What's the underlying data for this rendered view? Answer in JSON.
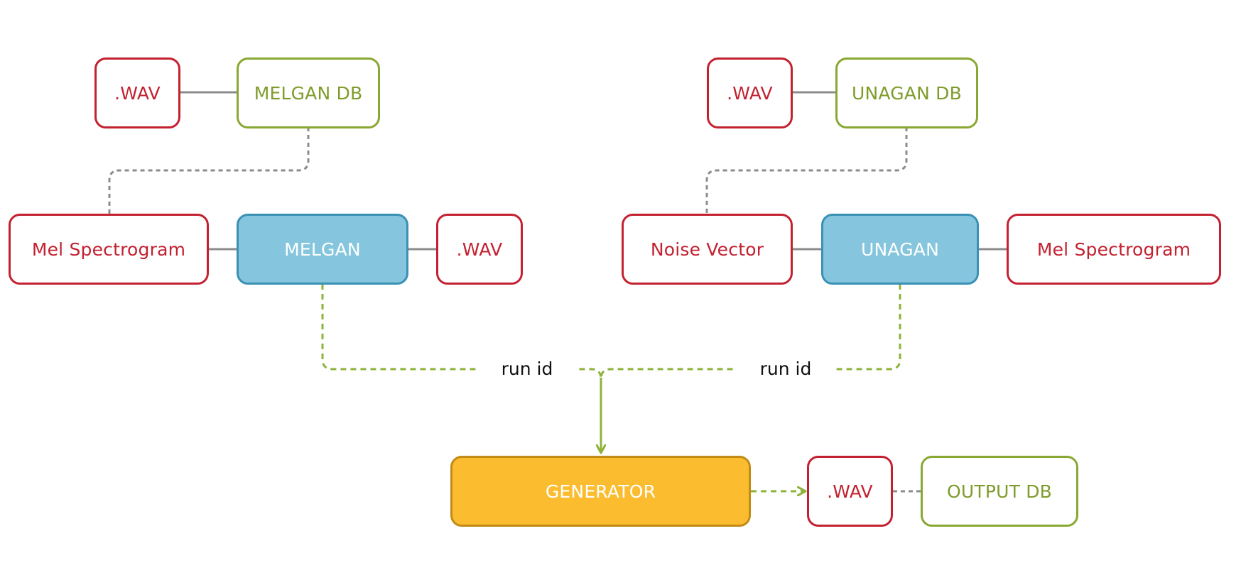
{
  "colors": {
    "file": "#c32130",
    "database": "#89a832",
    "model": "#85c5de",
    "generator": "#fbbd2f",
    "link": "#8c8c8c",
    "flow": "#8db33a"
  },
  "melgan": {
    "input_file": ".WAV",
    "database": "MELGAN DB",
    "feature": "Mel Spectrogram",
    "model": "MELGAN",
    "output_file": ".WAV"
  },
  "unagan": {
    "input_file": ".WAV",
    "database": "UNAGAN DB",
    "feature": "Noise Vector",
    "model": "UNAGAN",
    "output": "Mel Spectrogram"
  },
  "run_labels": {
    "left": "run id",
    "right": "run id"
  },
  "generator": {
    "label": "GENERATOR",
    "output_file": ".WAV",
    "database": "OUTPUT DB"
  }
}
